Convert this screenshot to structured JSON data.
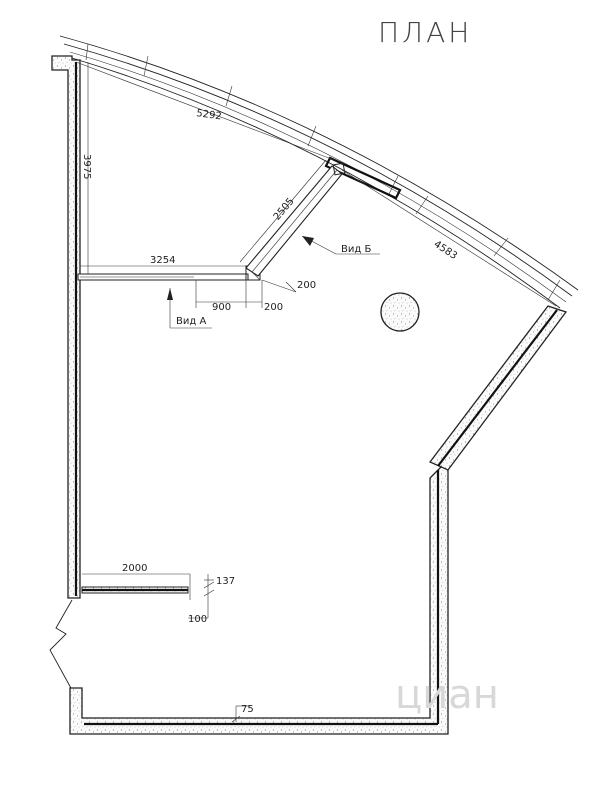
{
  "title": "ПЛАН",
  "dimensions": {
    "arc_top": "5292",
    "left_vertical": "3975",
    "partition_horizontal": "3254",
    "diagonal_partition": "2505",
    "right_diagonal": "4583",
    "offset_right": "200",
    "opening_900": "900",
    "offset_200": "200",
    "bottom_partition": "2000",
    "thickness_137": "137",
    "thickness_100": "100",
    "bottom_wall": "75"
  },
  "views": {
    "view_a": "Вид А",
    "view_b": "Вид Б"
  },
  "watermark": "циан",
  "colors": {
    "line": "#222222",
    "fill": "#fdfdfd",
    "watermark": "#d8d8d8"
  }
}
